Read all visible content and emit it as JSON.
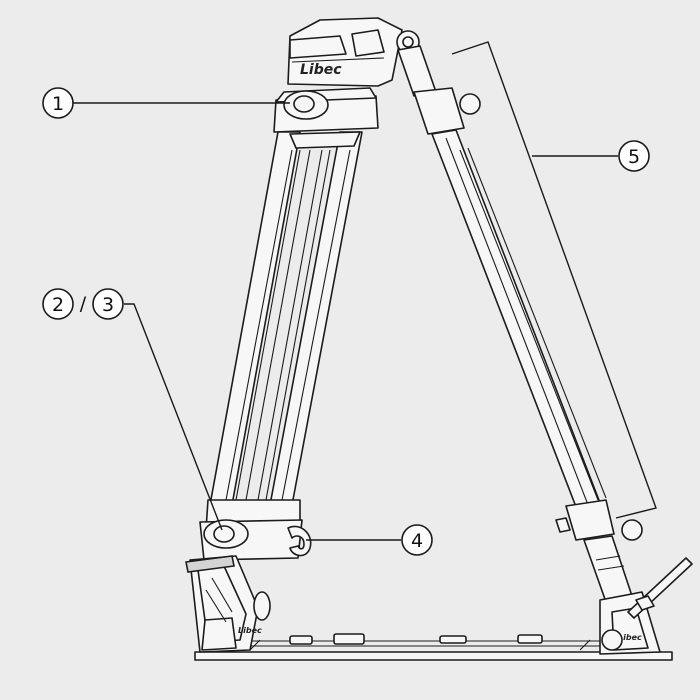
{
  "figure": {
    "brand_label": "Libec",
    "callouts": [
      {
        "id": "1",
        "label": "1"
      },
      {
        "id": "2",
        "label": "2"
      },
      {
        "id": "3",
        "label": "3"
      },
      {
        "id": "4",
        "label": "4"
      },
      {
        "id": "5",
        "label": "5"
      }
    ],
    "separator": "/"
  },
  "colors": {
    "background": "#ececec",
    "line": "#1c1c1c"
  }
}
